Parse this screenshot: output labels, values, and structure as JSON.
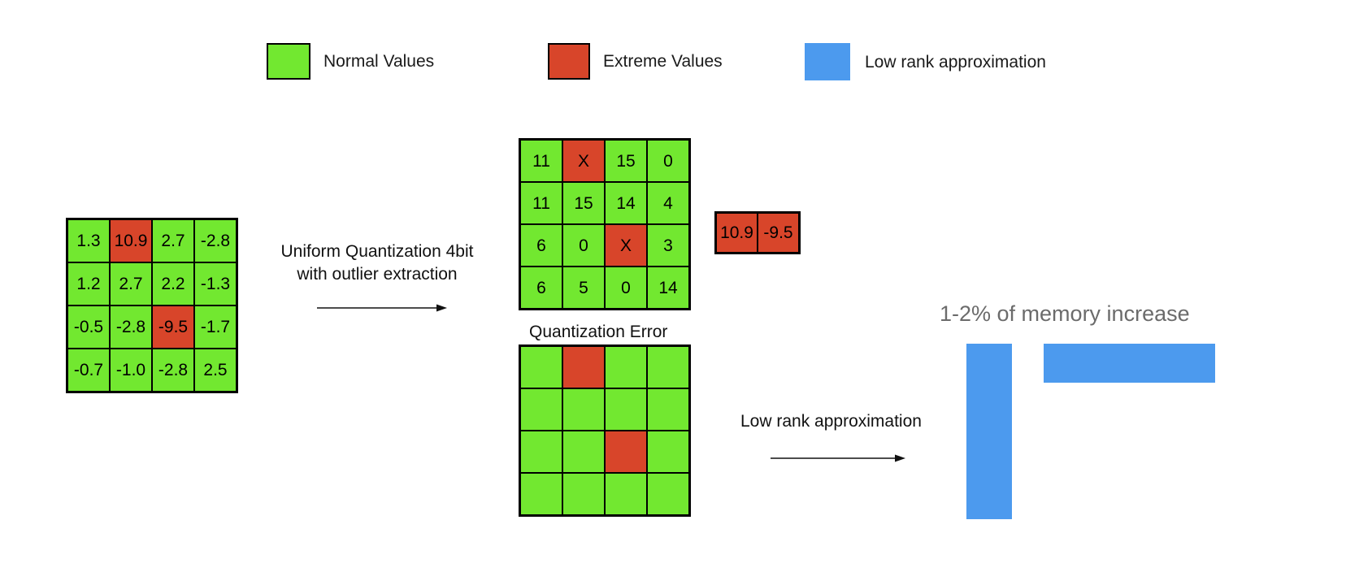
{
  "legend": {
    "items": [
      {
        "label": "Normal Values",
        "color": "#72E830",
        "icon": "green-square-swatch"
      },
      {
        "label": "Extreme Values",
        "color": "#D8452A",
        "icon": "red-square-swatch"
      },
      {
        "label": "Low rank approximation",
        "color": "#4C9AEE",
        "icon": "blue-square-swatch"
      }
    ]
  },
  "input_matrix": {
    "rows": [
      [
        {
          "v": "1.3",
          "t": "normal"
        },
        {
          "v": "10.9",
          "t": "extreme"
        },
        {
          "v": "2.7",
          "t": "normal"
        },
        {
          "v": "-2.8",
          "t": "normal"
        }
      ],
      [
        {
          "v": "1.2",
          "t": "normal"
        },
        {
          "v": "2.7",
          "t": "normal"
        },
        {
          "v": "2.2",
          "t": "normal"
        },
        {
          "v": "-1.3",
          "t": "normal"
        }
      ],
      [
        {
          "v": "-0.5",
          "t": "normal"
        },
        {
          "v": "-2.8",
          "t": "normal"
        },
        {
          "v": "-9.5",
          "t": "extreme"
        },
        {
          "v": "-1.7",
          "t": "normal"
        }
      ],
      [
        {
          "v": "-0.7",
          "t": "normal"
        },
        {
          "v": "-1.0",
          "t": "normal"
        },
        {
          "v": "-2.8",
          "t": "normal"
        },
        {
          "v": "2.5",
          "t": "normal"
        }
      ]
    ]
  },
  "transform_label": {
    "line1": "Uniform Quantization 4bit",
    "line2": "with outlier extraction"
  },
  "quantized_matrix": {
    "rows": [
      [
        {
          "v": "11",
          "t": "normal"
        },
        {
          "v": "X",
          "t": "extreme"
        },
        {
          "v": "15",
          "t": "normal"
        },
        {
          "v": "0",
          "t": "normal"
        }
      ],
      [
        {
          "v": "11",
          "t": "normal"
        },
        {
          "v": "15",
          "t": "normal"
        },
        {
          "v": "14",
          "t": "normal"
        },
        {
          "v": "4",
          "t": "normal"
        }
      ],
      [
        {
          "v": "6",
          "t": "normal"
        },
        {
          "v": "0",
          "t": "normal"
        },
        {
          "v": "X",
          "t": "extreme"
        },
        {
          "v": "3",
          "t": "normal"
        }
      ],
      [
        {
          "v": "6",
          "t": "normal"
        },
        {
          "v": "5",
          "t": "normal"
        },
        {
          "v": "0",
          "t": "normal"
        },
        {
          "v": "14",
          "t": "normal"
        }
      ]
    ]
  },
  "outlier_vector": {
    "cells": [
      {
        "v": "10.9",
        "t": "extreme"
      },
      {
        "v": "-9.5",
        "t": "extreme"
      }
    ]
  },
  "error_matrix": {
    "caption": "Quantization Error",
    "rows": [
      [
        {
          "v": "",
          "t": "normal"
        },
        {
          "v": "",
          "t": "extreme"
        },
        {
          "v": "",
          "t": "normal"
        },
        {
          "v": "",
          "t": "normal"
        }
      ],
      [
        {
          "v": "",
          "t": "normal"
        },
        {
          "v": "",
          "t": "normal"
        },
        {
          "v": "",
          "t": "normal"
        },
        {
          "v": "",
          "t": "normal"
        }
      ],
      [
        {
          "v": "",
          "t": "normal"
        },
        {
          "v": "",
          "t": "normal"
        },
        {
          "v": "",
          "t": "extreme"
        },
        {
          "v": "",
          "t": "normal"
        }
      ],
      [
        {
          "v": "",
          "t": "normal"
        },
        {
          "v": "",
          "t": "normal"
        },
        {
          "v": "",
          "t": "normal"
        },
        {
          "v": "",
          "t": "normal"
        }
      ]
    ]
  },
  "lowrank": {
    "label": "Low rank approximation",
    "memory_note": "1-2% of memory increase",
    "bar_color": "#4C9AEE"
  }
}
